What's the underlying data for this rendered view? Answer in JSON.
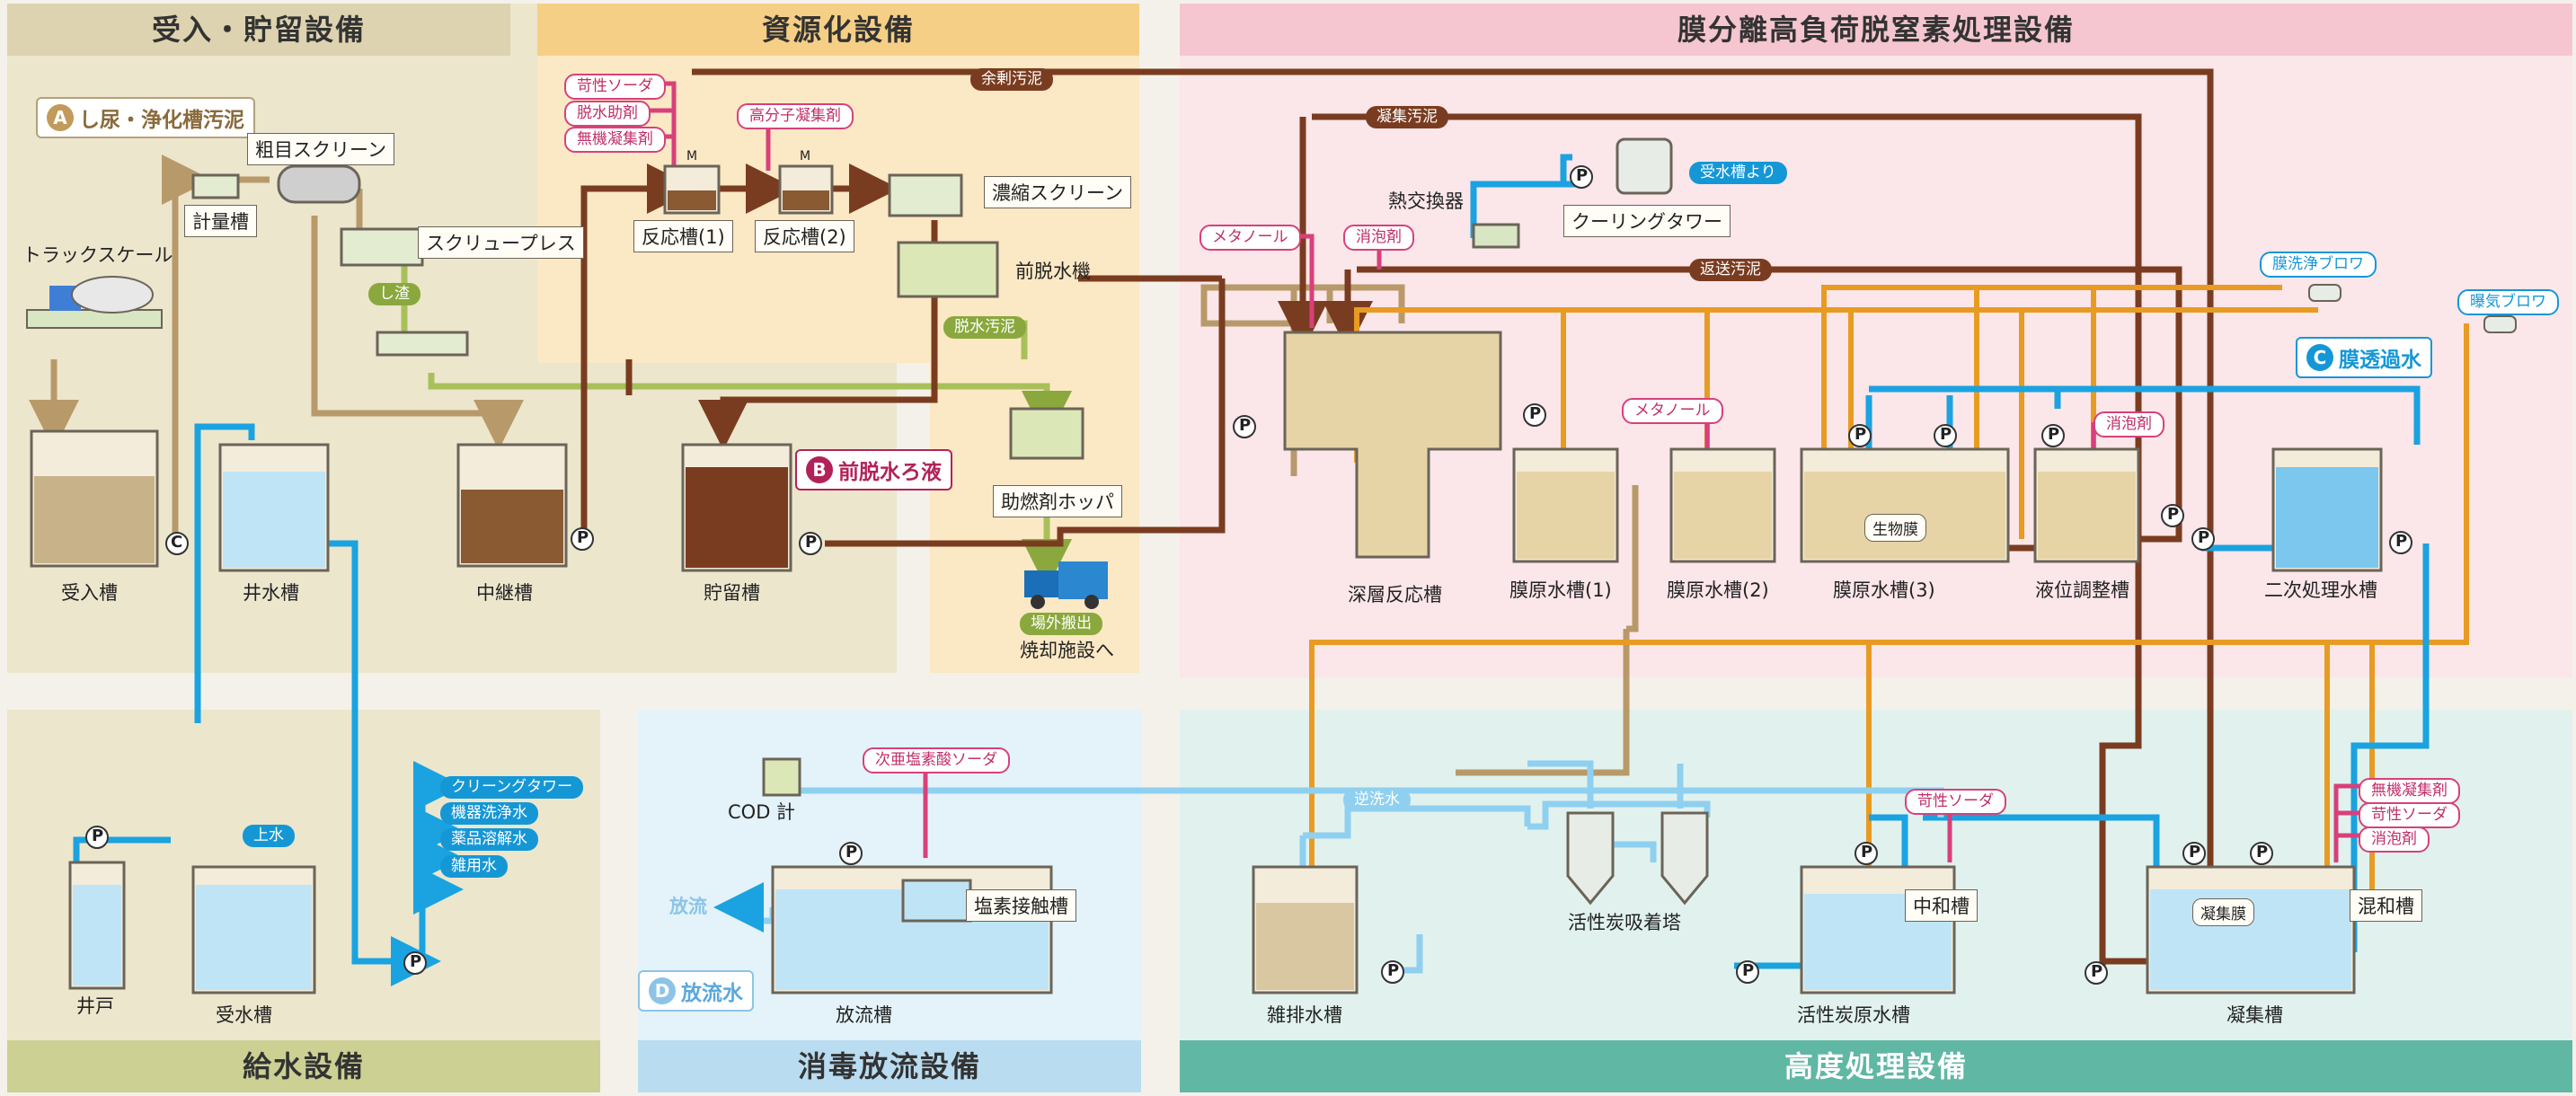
{
  "zones": {
    "receiving": "受入・貯留設備",
    "recycling": "資源化設備",
    "membrane": "膜分離高負荷脱窒素処理設備",
    "water_supply": "給水設備",
    "disinfection": "消毒放流設備",
    "advanced": "高度処理設備"
  },
  "callouts": {
    "a": {
      "badge": "A",
      "text": "し尿・浄化槽汚泥"
    },
    "b": {
      "badge": "B",
      "text": "前脱水ろ液"
    },
    "c": {
      "badge": "C",
      "text": "膜透過水"
    },
    "d": {
      "badge": "D",
      "text": "放流水"
    }
  },
  "receiving": {
    "truck_scale": "トラックスケール",
    "meter_tank": "計量槽",
    "coarse_screen": "粗目スクリーン",
    "screw_press": "スクリュープレス",
    "screenings": "し渣",
    "receiving_tank": "受入槽",
    "well_tank": "井水槽",
    "relay_tank": "中継槽",
    "storage_tank": "貯留槽"
  },
  "recycling": {
    "chemicals": [
      "苛性ソーダ",
      "脱水助剤",
      "無機凝集剤"
    ],
    "polymer": "高分子凝集剤",
    "reactor1": "反応槽(1)",
    "reactor2": "反応槽(2)",
    "thickening_screen": "濃縮スクリーン",
    "pre_dewater": "前脱水機",
    "dewatered_sludge": "脱水汚泥",
    "excess_sludge": "余剰汚泥",
    "fuel_hopper": "助燃剤ホッパ",
    "offsite": "場外搬出",
    "incinerator": "焼却施設へ"
  },
  "membrane": {
    "coag_sludge": "凝集汚泥",
    "heat_exchanger": "熱交換器",
    "cooling_tower": "クーリングタワー",
    "from_receiving_tank": "受水槽より",
    "methanol1": "メタノール",
    "antifoam1": "消泡剤",
    "return_sludge": "返送汚泥",
    "mem_wash_blower": "膜洗浄ブロワ",
    "aeration_blower": "曝気ブロワ",
    "methanol2": "メタノール",
    "antifoam2": "消泡剤",
    "biofilm": "生物膜",
    "deep_reactor": "深層反応槽",
    "mem_raw1": "膜原水槽(1)",
    "mem_raw2": "膜原水槽(2)",
    "mem_raw3": "膜原水槽(3)",
    "level_adjust": "液位調整槽",
    "secondary_tank": "二次処理水槽"
  },
  "water_supply": {
    "uses": [
      "クリーングタワー",
      "機器洗浄水",
      "薬品溶解水",
      "雑用水"
    ],
    "tap_water": "上水",
    "well": "井戸",
    "receiving_water": "受水槽"
  },
  "disinfection": {
    "cod_meter": "COD 計",
    "hypochlorite": "次亜塩素酸ソーダ",
    "chlorine_tank": "塩素接触槽",
    "discharge": "放流",
    "discharge_tank": "放流槽"
  },
  "advanced": {
    "backwash": "逆洗水",
    "carbon_tower": "活性炭吸着塔",
    "caustic": "苛性ソーダ",
    "neutralization": "中和槽",
    "carbon_raw": "活性炭原水槽",
    "misc_drain": "雑排水槽",
    "chemicals": [
      "無機凝集剤",
      "苛性ソーダ",
      "消泡剤"
    ],
    "coag_membrane": "凝集膜",
    "mixing_tank": "混和槽",
    "coag_tank": "凝集槽"
  },
  "symbols": {
    "pump": "P",
    "meter": "C",
    "motor": "M"
  },
  "colors": {
    "sludge_brown": "#7a3c20",
    "water_blue": "#1aa3e0",
    "orange_air": "#e89b23",
    "green_line": "#9ab84a",
    "tan_line": "#b89a6a",
    "light_blue": "#8fd0f0"
  }
}
